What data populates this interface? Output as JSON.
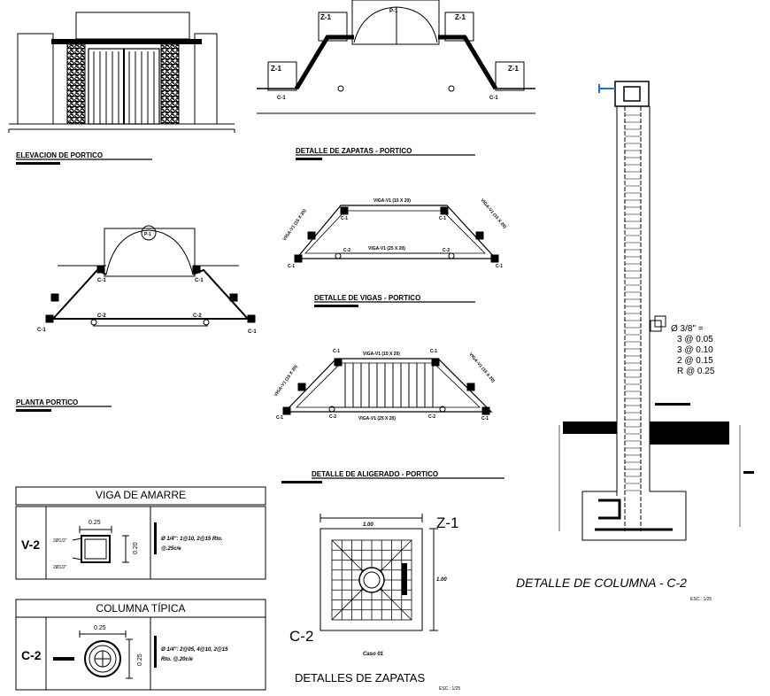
{
  "elevation": {
    "title": "ELEVACION DE PORTICO"
  },
  "plan": {
    "title": "PLANTA PORTICO",
    "door_tag": "P-1",
    "col": "C-1",
    "col2": "C-2"
  },
  "zapatas_portico": {
    "title": "DETALLE DE ZAPATAS - PORTICO",
    "z1": "Z-1",
    "c1": "C-1",
    "p1": "P-1"
  },
  "vigas": {
    "title": "DETALLE DE VIGAS - PORTICO",
    "v_top": "VIGA-V1 (15 X 20)",
    "v_bot": "VIGA-V1 (25 X 20)",
    "v_side": "VIGA-V1 (15 X 20)",
    "c1": "C-1",
    "c2": "C-2"
  },
  "aligerado": {
    "title": "DETALLE DE ALIGERADO - PORTICO",
    "v_top": "VIGA-V1 (15 X 20)",
    "v_bot": "VIGA-V1 (25 X 20)",
    "v_side": "VIGA-V1 (15 X 20)",
    "c1": "C-1",
    "c2": "C-2"
  },
  "column_detail": {
    "title": "DETALLE DE COLUMNA - C-2",
    "scale": "ESC.: 1/25",
    "stirrups": [
      "Ø 3/8\" =",
      "3 @ 0.05",
      "3 @ 0.10",
      "2 @ 0.15",
      "R @ 0.25"
    ]
  },
  "viga_amarre": {
    "header": "VIGA DE AMARRE",
    "code": "V-2",
    "width": "0.25",
    "height": "0.20",
    "top_bars": "2Ø1/2\"",
    "bottom_bars": "2Ø1/2\"",
    "spec_1": "Ø 1/4\": 1@10, 2@15 Rto.",
    "spec_2": "@.25c/e"
  },
  "columna_tipica": {
    "header": "COLUMNA TÍPICA",
    "code": "C-2",
    "width": "0.25",
    "height": "0.25",
    "spec_1": "Ø 1/4\": 2@05, 4@10, 2@15",
    "spec_2": "Rto. @.20c/e"
  },
  "zapata": {
    "tag": "Z-1",
    "col": "C-2",
    "width": "1.00",
    "length": "1.00",
    "case": "Caso 01",
    "title": "DETALLES DE ZAPATAS",
    "scale": "ESC.: 1/25"
  }
}
